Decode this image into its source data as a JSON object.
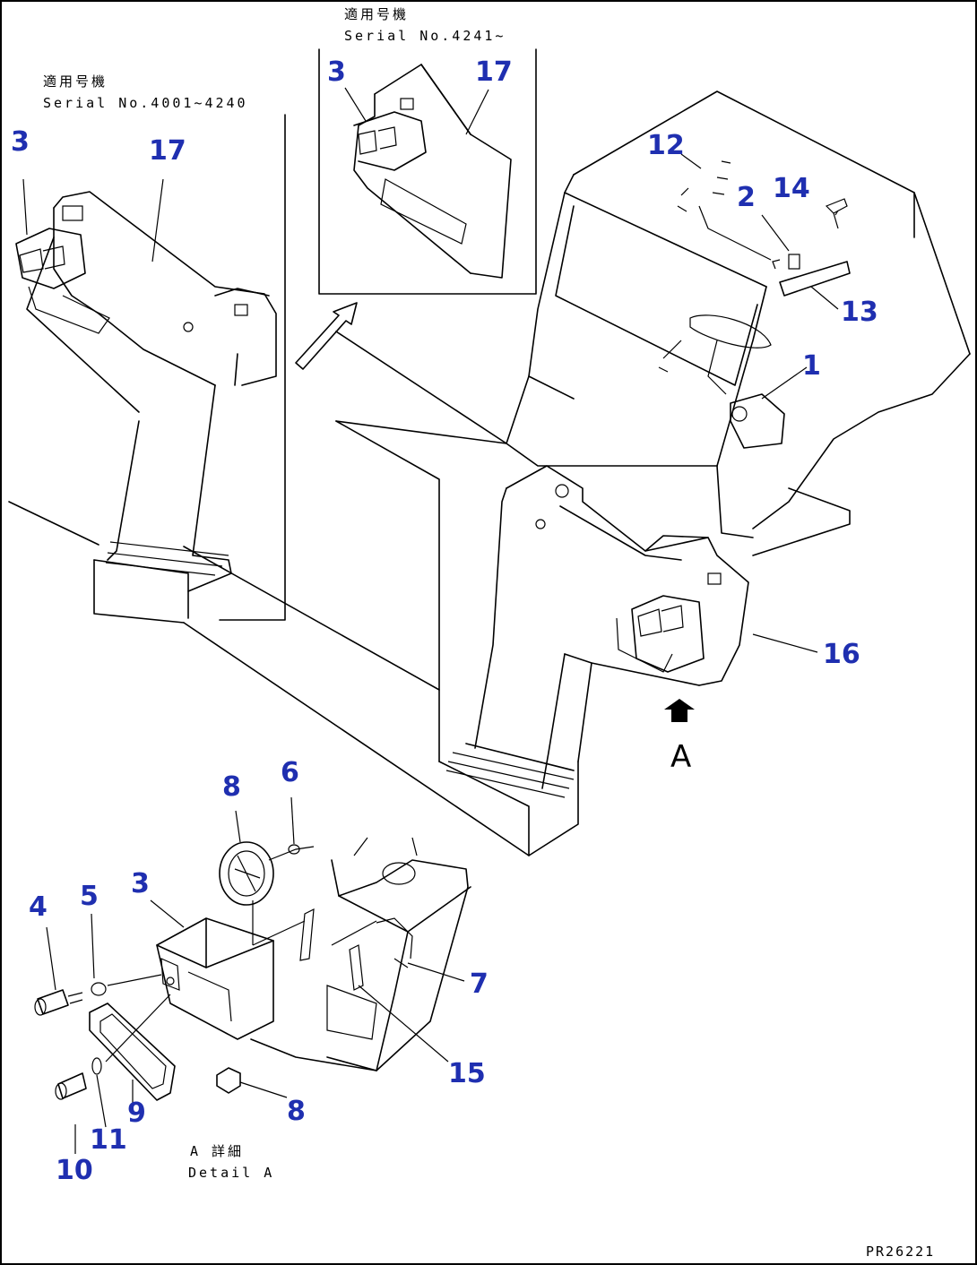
{
  "notes": {
    "left_heading": "適用号機",
    "left_serial": "Serial No.4001~4240",
    "top_heading": "適用号機",
    "top_serial": "Serial No.4241~",
    "detail_heading": "A 詳細",
    "detail_label": "Detail A",
    "view_letter": "A"
  },
  "drawing_code": "PR26221",
  "part_numbers": {
    "left_3": "3",
    "left_17": "17",
    "top_3": "3",
    "top_17": "17",
    "p12": "12",
    "p2": "2",
    "p14": "14",
    "p13": "13",
    "p1": "1",
    "p16": "16",
    "d8_top": "8",
    "d6": "6",
    "d3": "3",
    "d5": "5",
    "d4": "4",
    "d7": "7",
    "d15": "15",
    "d8_bot": "8",
    "d9": "9",
    "d11": "11",
    "d10": "10"
  },
  "colors": {
    "callout": "#1f2fb0",
    "line": "#000000",
    "background": "#ffffff"
  }
}
